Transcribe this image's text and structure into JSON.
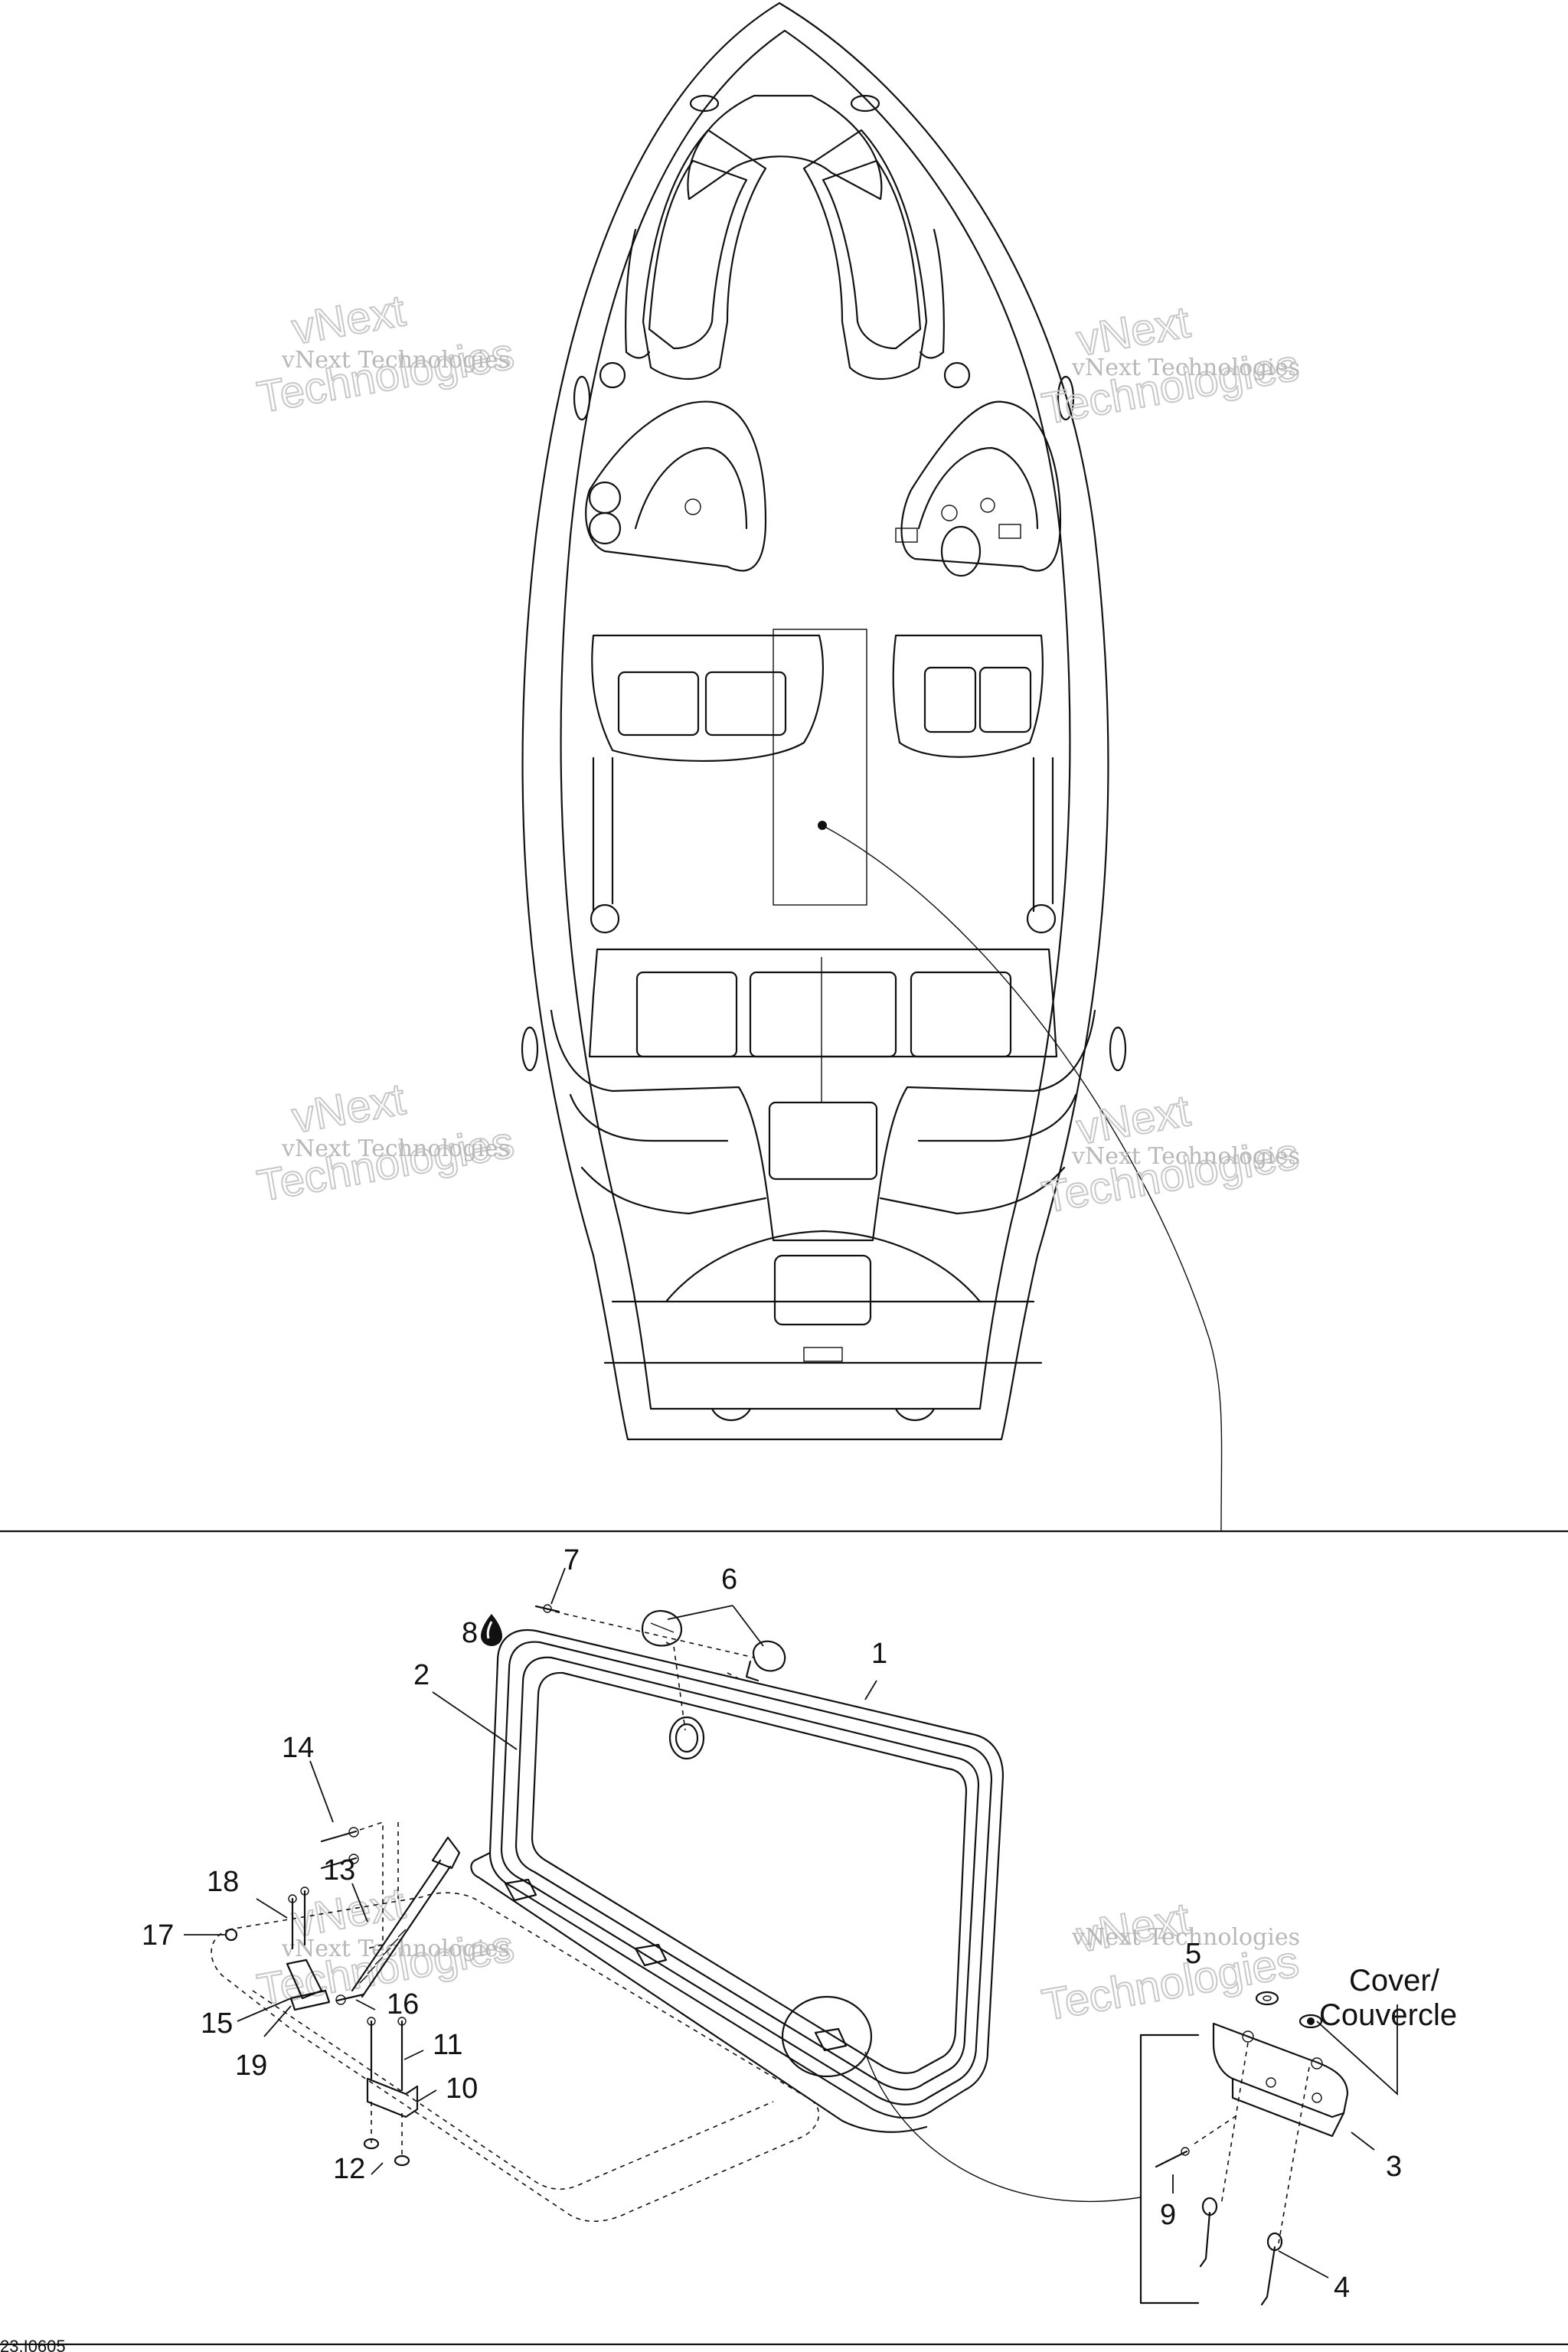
{
  "figure": {
    "drawing_number": "23.I0605",
    "cover_label_en": "Cover/",
    "cover_label_fr": "Couvercle",
    "accent_color": "#111111"
  },
  "watermark": {
    "line1": "vNext Technologies",
    "outline_top": "vNext",
    "outline_bottom": "Technologies",
    "color": "#b8b8b8"
  },
  "callouts": [
    {
      "id": "c1",
      "label": "1"
    },
    {
      "id": "c2",
      "label": "2"
    },
    {
      "id": "c3",
      "label": "3"
    },
    {
      "id": "c4",
      "label": "4"
    },
    {
      "id": "c5",
      "label": "5"
    },
    {
      "id": "c6",
      "label": "6"
    },
    {
      "id": "c7",
      "label": "7"
    },
    {
      "id": "c8",
      "label": "8"
    },
    {
      "id": "c9",
      "label": "9"
    },
    {
      "id": "c10",
      "label": "10"
    },
    {
      "id": "c11",
      "label": "11"
    },
    {
      "id": "c12",
      "label": "12"
    },
    {
      "id": "c13",
      "label": "13"
    },
    {
      "id": "c14",
      "label": "14"
    },
    {
      "id": "c15",
      "label": "15"
    },
    {
      "id": "c16",
      "label": "16"
    },
    {
      "id": "c17",
      "label": "17"
    },
    {
      "id": "c18",
      "label": "18"
    },
    {
      "id": "c19",
      "label": "19"
    }
  ],
  "icons": {
    "adhesive": "drop-icon"
  }
}
